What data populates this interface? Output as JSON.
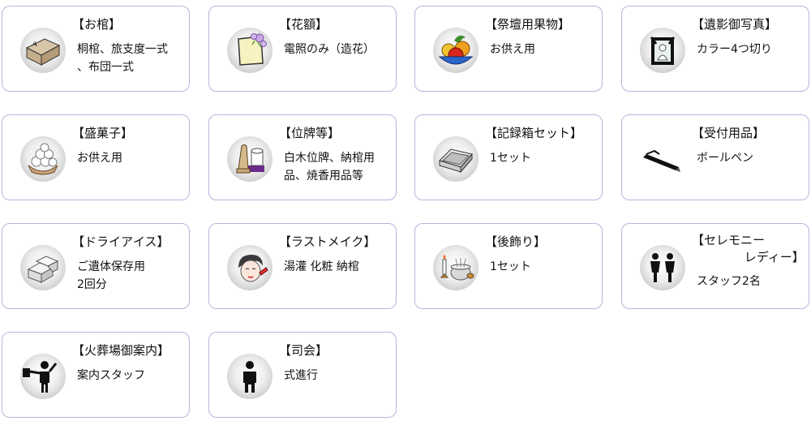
{
  "items": [
    {
      "title": "【お棺】",
      "desc": "桐棺、旅支度一式\n、布団一式",
      "icon": "coffin-icon"
    },
    {
      "title": "【花額】",
      "desc": "電照のみ（造花）",
      "icon": "flower-frame-icon"
    },
    {
      "title": "【祭壇用果物】",
      "desc": "お供え用",
      "icon": "fruit-basket-icon"
    },
    {
      "title": "【遺影御写真】",
      "desc": "カラー4つ切り",
      "icon": "portrait-frame-icon"
    },
    {
      "title": "【盛菓子】",
      "desc": "お供え用",
      "icon": "offering-sweets-icon"
    },
    {
      "title": "【位牌等】",
      "desc": "白木位牌、納棺用\n品、焼香用品等",
      "icon": "memorial-tablet-icon"
    },
    {
      "title": "【記録箱セット】",
      "desc": "1セット",
      "icon": "record-box-icon"
    },
    {
      "title": "【受付用品】",
      "desc": "ボールペン",
      "icon": "ballpoint-pen-icon"
    },
    {
      "title": "【ドライアイス】",
      "desc": "ご遺体保存用\n2回分",
      "icon": "dry-ice-icon"
    },
    {
      "title": "【ラストメイク】",
      "desc": "湯灌 化粧 納棺",
      "icon": "makeup-face-icon"
    },
    {
      "title": "【後飾り】",
      "desc": "1セット",
      "icon": "altar-set-icon"
    },
    {
      "title": "【セレモニー\n　　　　 レディー】",
      "desc": "スタッフ2名",
      "icon": "ceremony-ladies-icon"
    },
    {
      "title": "【火葬場御案内】",
      "desc": "案内スタッフ",
      "icon": "guide-staff-icon"
    },
    {
      "title": "【司会】",
      "desc": "式進行",
      "icon": "emcee-icon"
    }
  ]
}
